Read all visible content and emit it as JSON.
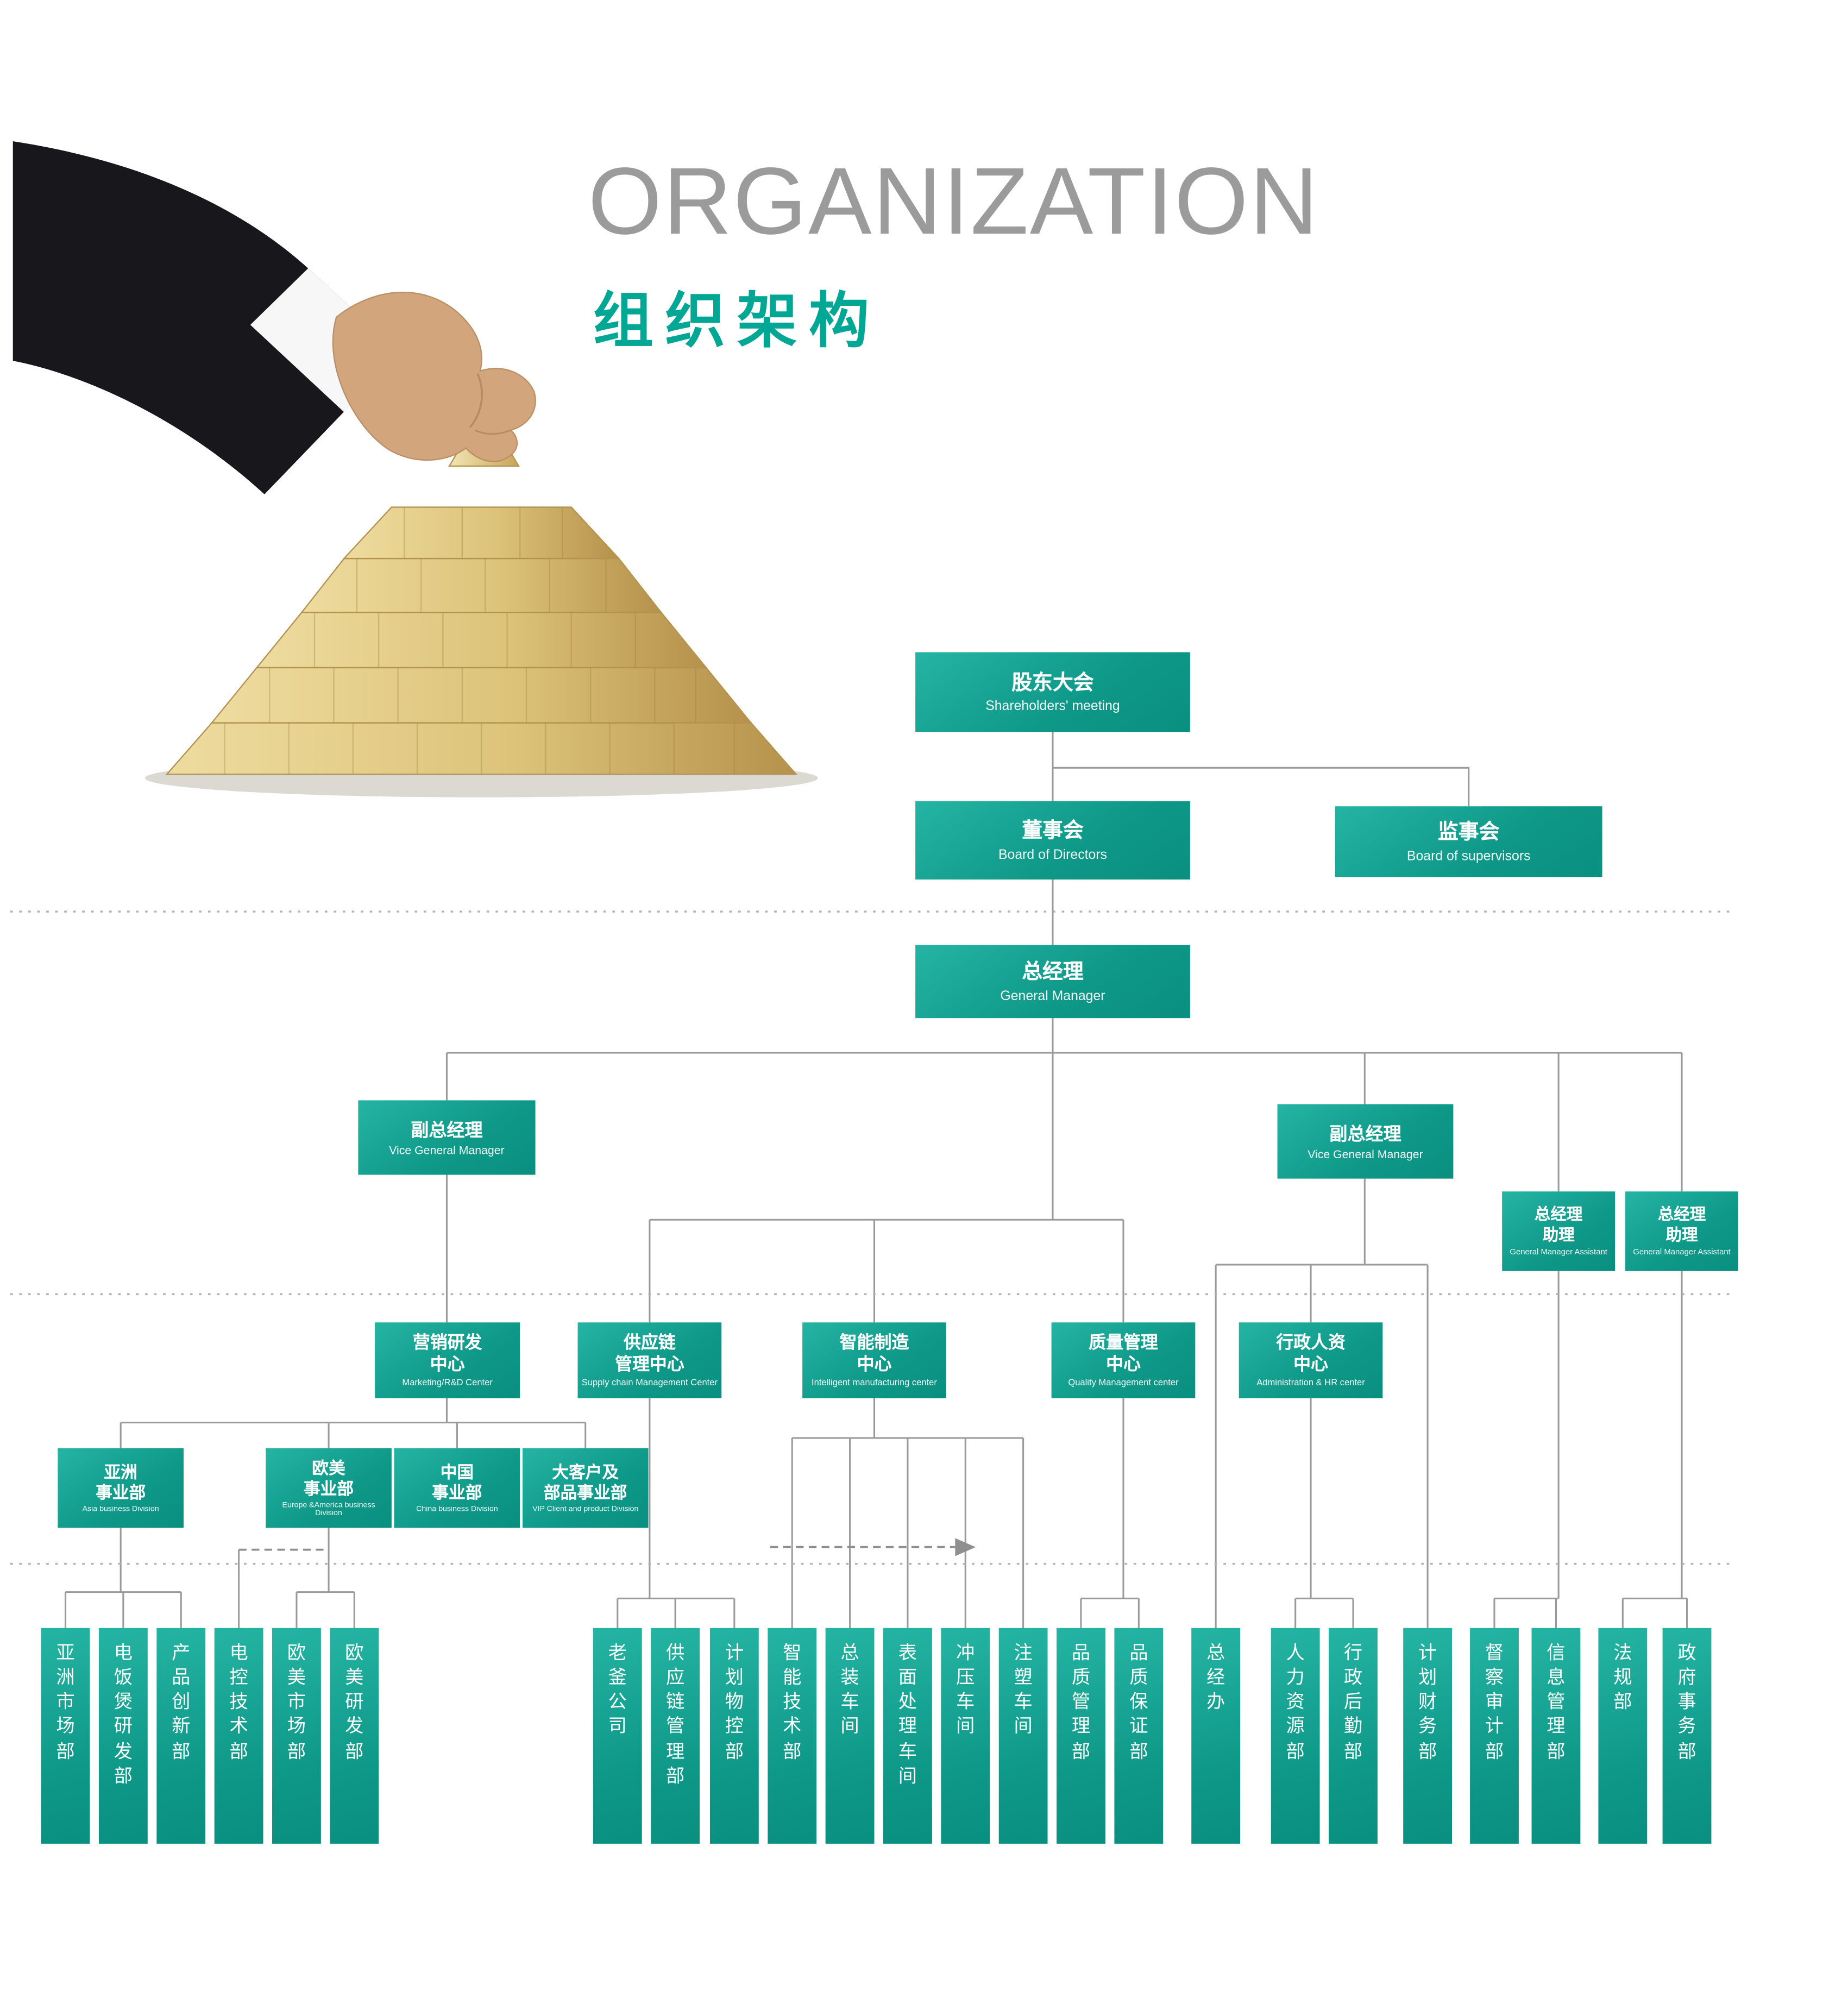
{
  "header": {
    "title_en": "ORGANIZATION",
    "title_zh": "组织架构"
  },
  "colors": {
    "accent_teal": "#00a794",
    "box_teal": "#0e9888",
    "title_gray": "#9b9b9b",
    "connector_gray": "#9a9a9a"
  },
  "nodes": {
    "shareholders": {
      "zh": "股东大会",
      "en": "Shareholders' meeting"
    },
    "board_of_directors": {
      "zh": "董事会",
      "en": "Board of Directors"
    },
    "board_of_supervisors": {
      "zh": "监事会",
      "en": "Board of supervisors"
    },
    "general_manager": {
      "zh": "总经理",
      "en": "General Manager"
    },
    "vice_gm_left": {
      "zh": "副总经理",
      "en": "Vice General Manager"
    },
    "vice_gm_right": {
      "zh": "副总经理",
      "en": "Vice General Manager"
    },
    "gm_assistant_1": {
      "zh": "总经理\n助理",
      "en": "General Manager Assistant"
    },
    "gm_assistant_2": {
      "zh": "总经理\n助理",
      "en": "General Manager Assistant"
    },
    "marketing_rd_center": {
      "zh": "营销研发\n中心",
      "en": "Marketing/R&D Center"
    },
    "supply_chain_center": {
      "zh": "供应链\n管理中心",
      "en": "Supply chain Management Center"
    },
    "intelligent_mfg_center": {
      "zh": "智能制造\n中心",
      "en": "Intelligent manufacturing center"
    },
    "quality_mgmt_center": {
      "zh": "质量管理\n中心",
      "en": "Quality Management center"
    },
    "admin_hr_center": {
      "zh": "行政人资\n中心",
      "en": "Administration & HR center"
    },
    "asia_division": {
      "zh": "亚洲\n事业部",
      "en": "Asia business Division"
    },
    "euro_america_division": {
      "zh": "欧美\n事业部",
      "en": "Europe &America business Division"
    },
    "china_division": {
      "zh": "中国\n事业部",
      "en": "China business Division"
    },
    "vip_division": {
      "zh": "大客户及\n部品事业部",
      "en": "VIP Client and product Division"
    }
  },
  "departments": [
    "亚洲市场部",
    "电饭煲研发部",
    "产品创新部",
    "电控技术部",
    "欧美市场部",
    "欧美研发部",
    "老釜公司",
    "供应链管理部",
    "计划物控部",
    "智能技术部",
    "总装车间",
    "表面处理车间",
    "冲压车间",
    "注塑车间",
    "品质管理部",
    "品质保证部",
    "总经办",
    "人力资源部",
    "行政后勤部",
    "计划财务部",
    "督察审计部",
    "信息管理部",
    "法规部",
    "政府事务部"
  ]
}
